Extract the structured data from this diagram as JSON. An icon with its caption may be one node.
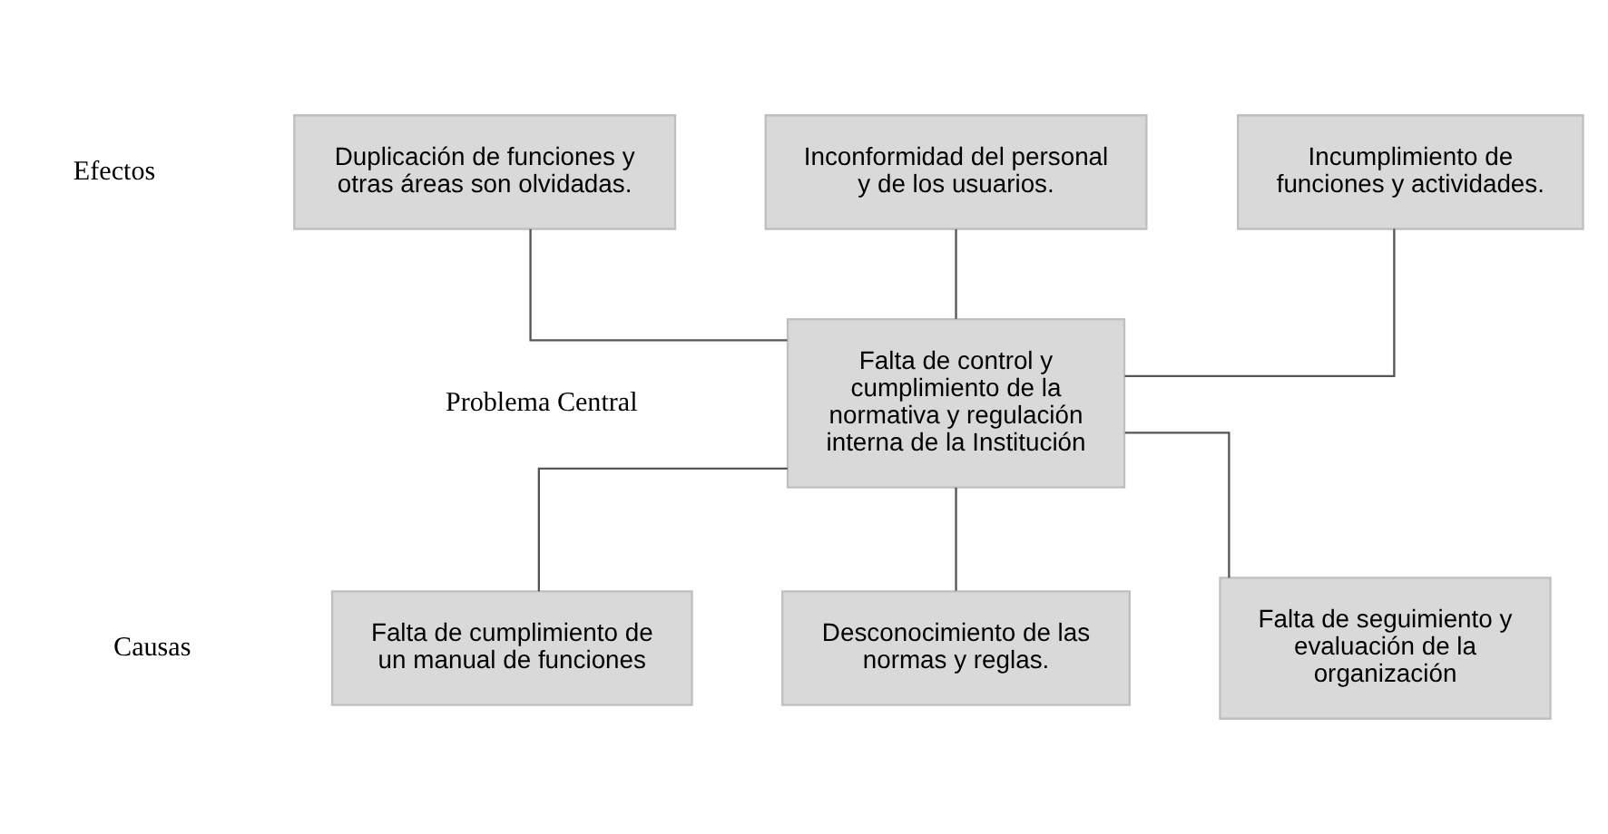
{
  "diagram": {
    "nodes": [
      {
        "text": [
          "Duplicación de funciones y otras áreas son olvidadas."
        ]
      },
      {
        "text": [
          "Inconformidad del personal y de los usuarios."
        ]
      },
      {
        "text": [
          "Incumplimiento de funciones y actividades."
        ]
      },
      {
        "text": [
          "Falta de control y cumplimiento de la normativa y regulación interna de la Institución"
        ]
      },
      {
        "text": [
          "Falta de cumplimiento de un manual de funciones"
        ]
      },
      {
        "text": [
          "Desconocimiento de las normas y reglas."
        ]
      },
      {
        "text": [
          "Falta de seguimiento y evaluación de la organización"
        ]
      }
    ],
    "edges": [
      {
        "from": 0,
        "to": 3,
        "arrow": "none"
      },
      {
        "from": 1,
        "to": 3,
        "arrow": "none"
      },
      {
        "from": 2,
        "to": 3,
        "arrow": "none"
      },
      {
        "from": 3,
        "to": 4,
        "arrow": "none"
      },
      {
        "from": 3,
        "to": 5,
        "arrow": "none"
      },
      {
        "from": 3,
        "to": 6,
        "arrow": "none"
      }
    ],
    "labels": [
      "Efectos",
      "Problema Central",
      "Causas"
    ]
  }
}
